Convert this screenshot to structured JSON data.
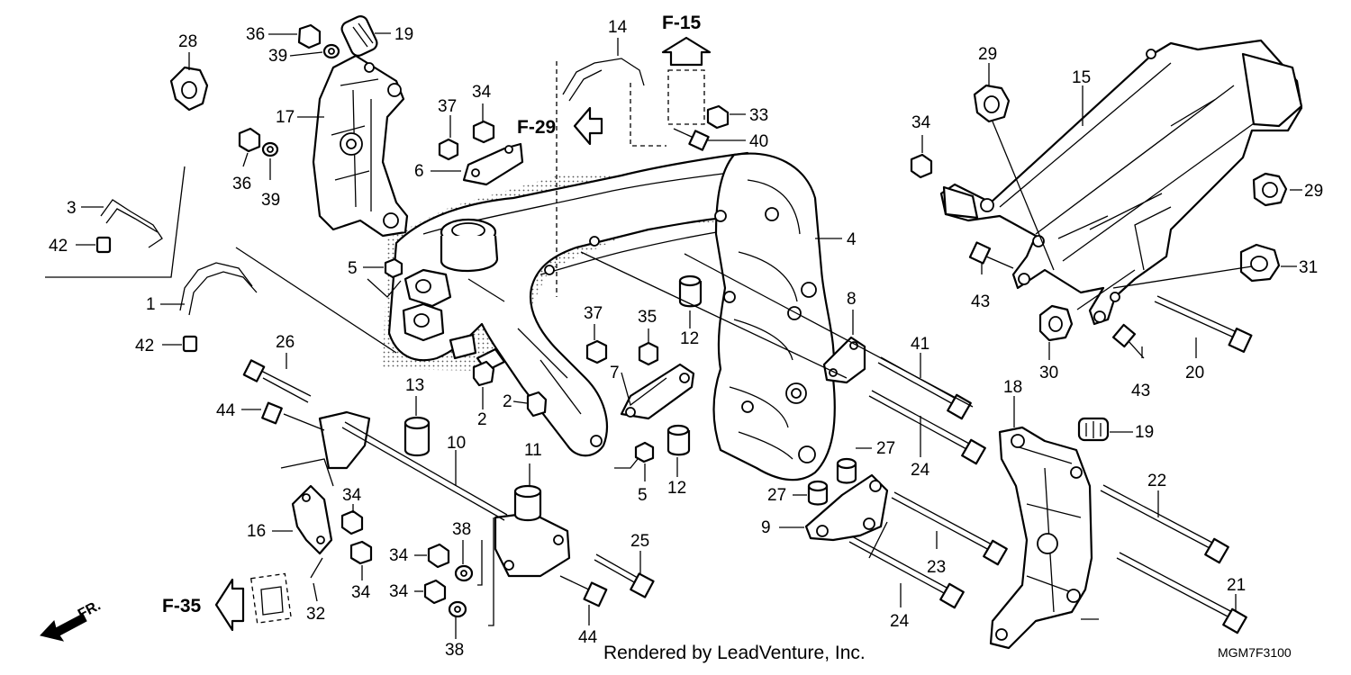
{
  "callouts": {
    "c28": "28",
    "c36a": "36",
    "c39a": "39",
    "c19a": "19",
    "c17": "17",
    "c36b": "36",
    "c39b": "39",
    "c3": "3",
    "c42a": "42",
    "c1": "1",
    "c42b": "42",
    "c14": "14",
    "c37a": "37",
    "c34a": "34",
    "c6": "6",
    "c5a": "5",
    "c33": "33",
    "c40": "40",
    "c4": "4",
    "c26": "26",
    "c44a": "44",
    "c13": "13",
    "c2a": "2",
    "c2b": "2",
    "c37b": "37",
    "c35": "35",
    "c7": "7",
    "c12a": "12",
    "c12b": "12",
    "c8": "8",
    "c41": "41",
    "c24a": "24",
    "c10": "10",
    "c11": "11",
    "c5b": "5",
    "c27a": "27",
    "c27b": "27",
    "c9": "9",
    "c23": "23",
    "c24b": "24",
    "c16": "16",
    "c34b": "34",
    "c34c": "34",
    "c34d": "34",
    "c34e": "34",
    "c38a": "38",
    "c38b": "38",
    "c25": "25",
    "c44b": "44",
    "c32": "32",
    "c29a": "29",
    "c15": "15",
    "c34f": "34",
    "c29b": "29",
    "c31": "31",
    "c43a": "43",
    "c30": "30",
    "c43b": "43",
    "c20": "20",
    "c18": "18",
    "c19b": "19",
    "c22": "22",
    "c21": "21"
  },
  "references": {
    "f15": "F-15",
    "f29": "F-29",
    "f35": "F-35"
  },
  "direction_label": "FR.",
  "footer_text": "Rendered by LeadVenture, Inc.",
  "diagram_code": "MGM7F3100"
}
